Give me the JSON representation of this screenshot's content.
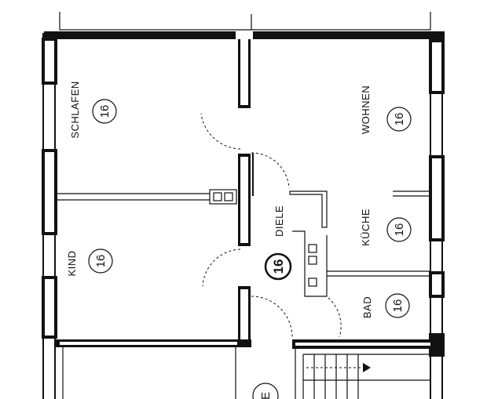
{
  "rooms": [
    {
      "key": "schlafen",
      "name": "SCHLAFEN",
      "number": "16"
    },
    {
      "key": "wohnen",
      "name": "WOHNEN",
      "number": "16"
    },
    {
      "key": "diele",
      "name": "DIELE",
      "number": "16"
    },
    {
      "key": "kueche",
      "name": "KÜCHE",
      "number": "16"
    },
    {
      "key": "kind",
      "name": "KIND",
      "number": "16"
    },
    {
      "key": "bad",
      "name": "BAD",
      "number": "16"
    }
  ],
  "partial_labels": {
    "bottom_circle": "E"
  }
}
